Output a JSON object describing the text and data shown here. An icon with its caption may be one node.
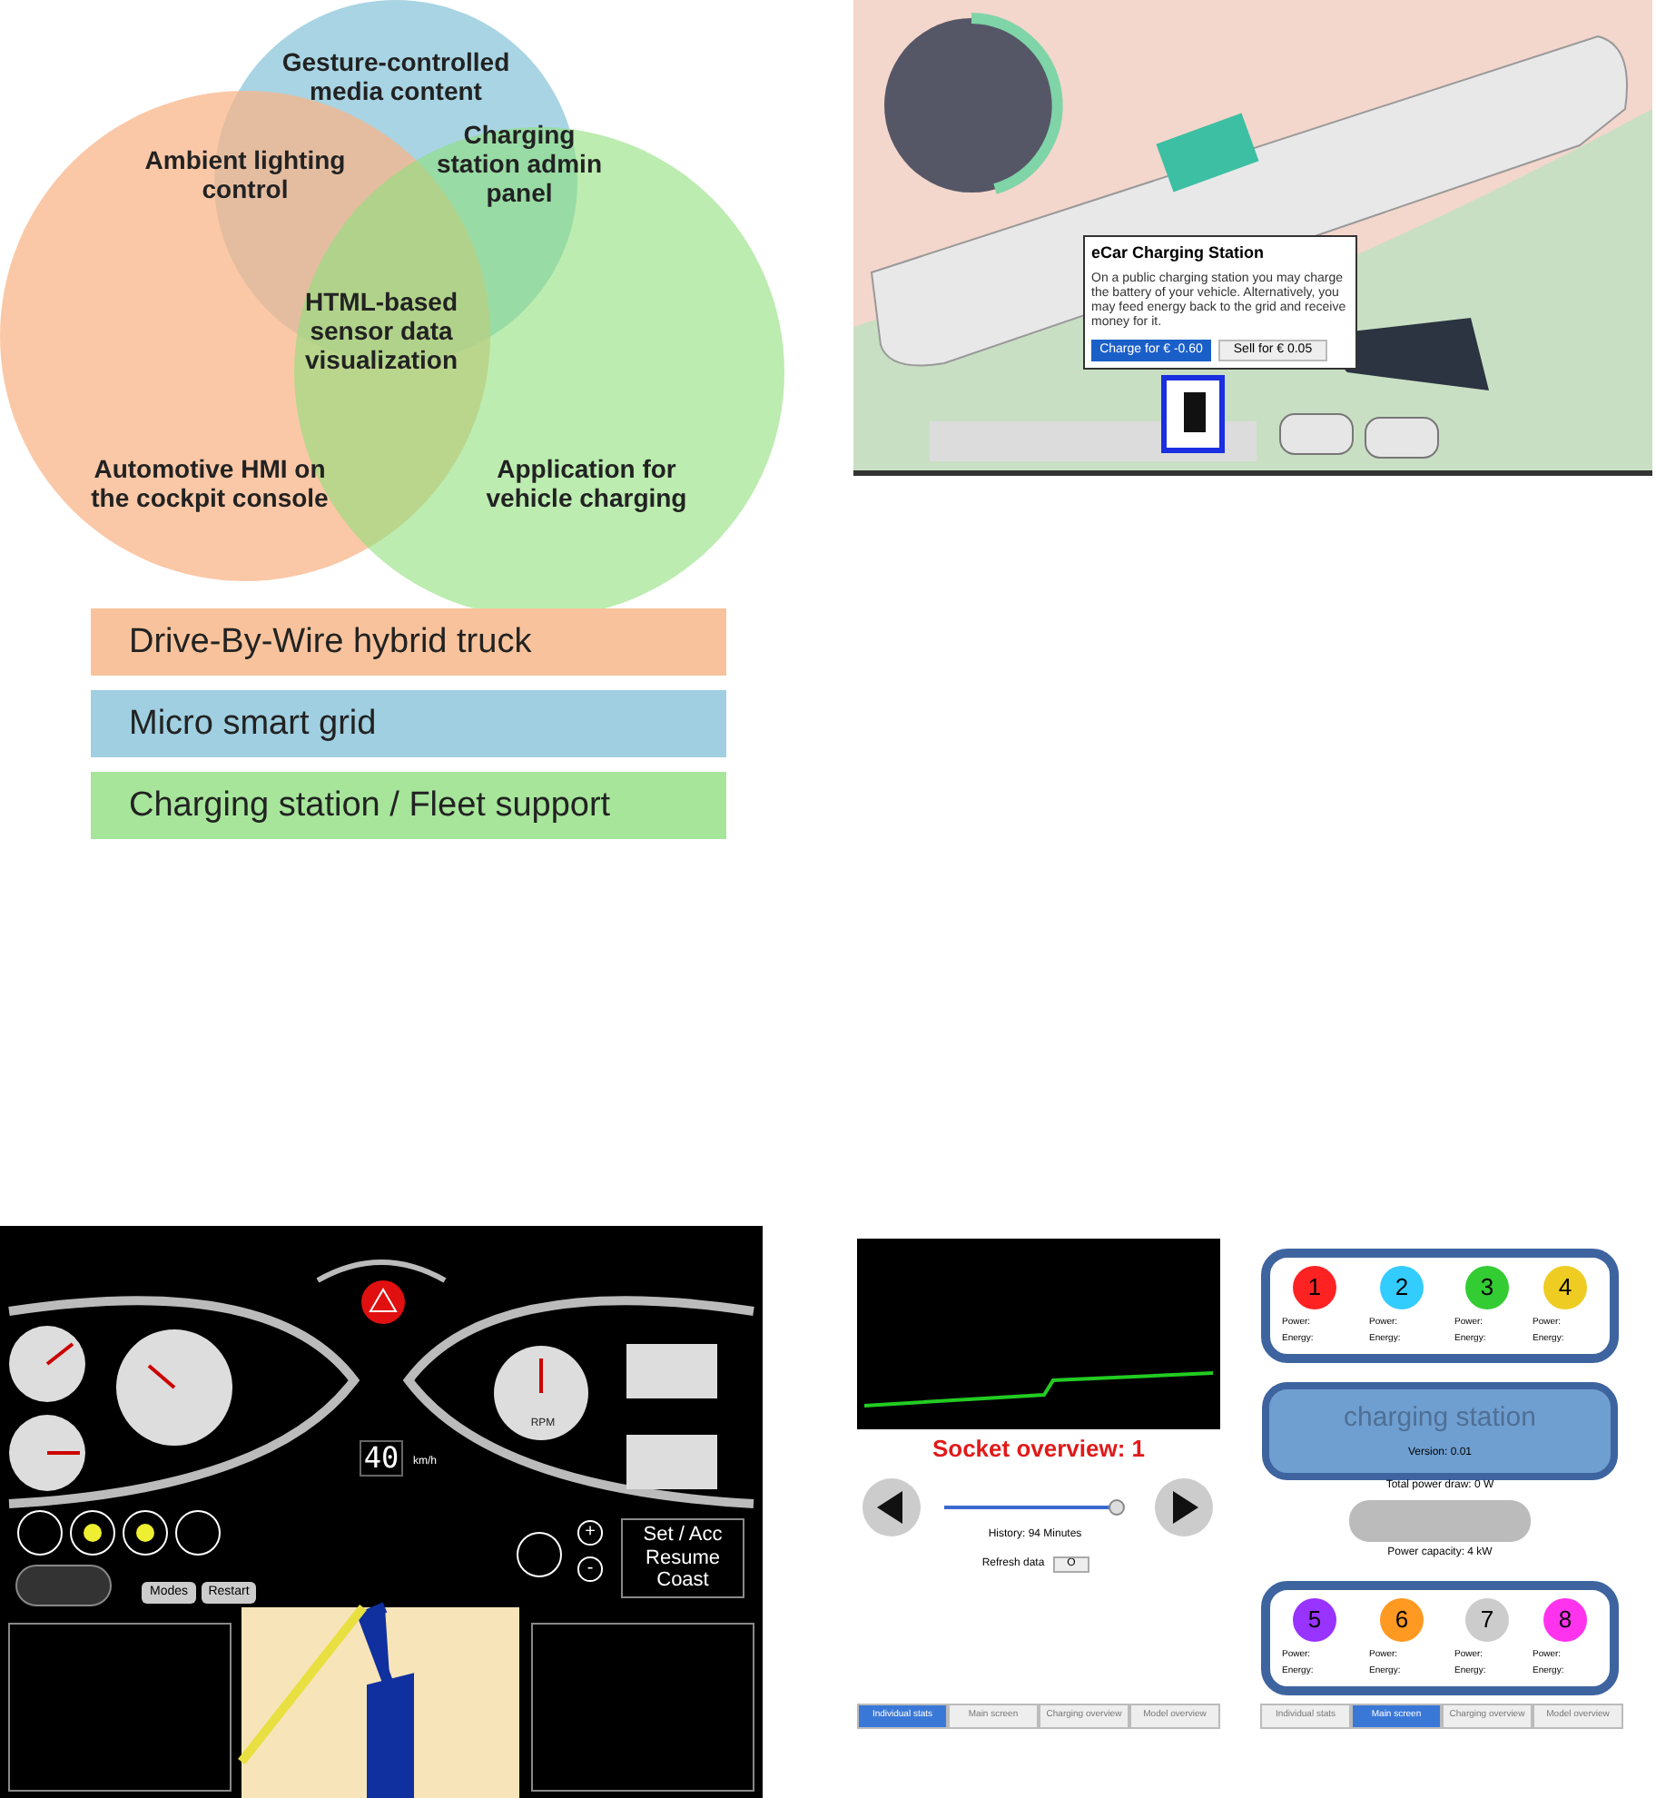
{
  "diagram": {
    "labels": [
      "Gesture-controlled media content",
      "Ambient lighting control",
      "Charging station admin panel",
      "HTML-based sensor data visualization",
      "Automotive HMI on the cockpit console",
      "Application for vehicle charging",
      "eCar Charging Station",
      "On a public charging station you may charge the battery of your vehicle. Alternatively, you may feed energy back to the grid and receive money for it.",
      "Charge for € -0.60",
      "Sell for € 0.05",
      "40",
      "km/h",
      "RPM",
      "Modes",
      "Restart",
      "Set / Acc Resume Coast",
      "+",
      "-",
      "Socket overview: 1",
      "History: 94 Minutes",
      "Refresh data",
      "O",
      "Individual stats",
      "Main screen",
      "Charging overview",
      "Model overview",
      "1",
      "2",
      "3",
      "4",
      "Power:",
      "Power:",
      "Power:",
      "Power:",
      "Energy:",
      "Energy:",
      "Energy:",
      "Energy:",
      "charging station",
      "Version: 0.01",
      "Total power draw: 0 W",
      "Power capacity: 4 kW",
      "5",
      "6",
      "7",
      "8",
      "Power:",
      "Power:",
      "Power:",
      "Power:",
      "Energy:",
      "Energy:",
      "Energy:",
      "Energy:",
      "Individual stats",
      "Main screen",
      "Charging overview",
      "Model overview"
    ],
    "legend": [
      {
        "text": "Drive-By-Wire hybrid truck",
        "color": "#f8c39c"
      },
      {
        "text": "Micro smart grid",
        "color": "#9fcfe0"
      },
      {
        "text": "Charging station / Fleet support",
        "color": "#a6e59a"
      }
    ]
  }
}
